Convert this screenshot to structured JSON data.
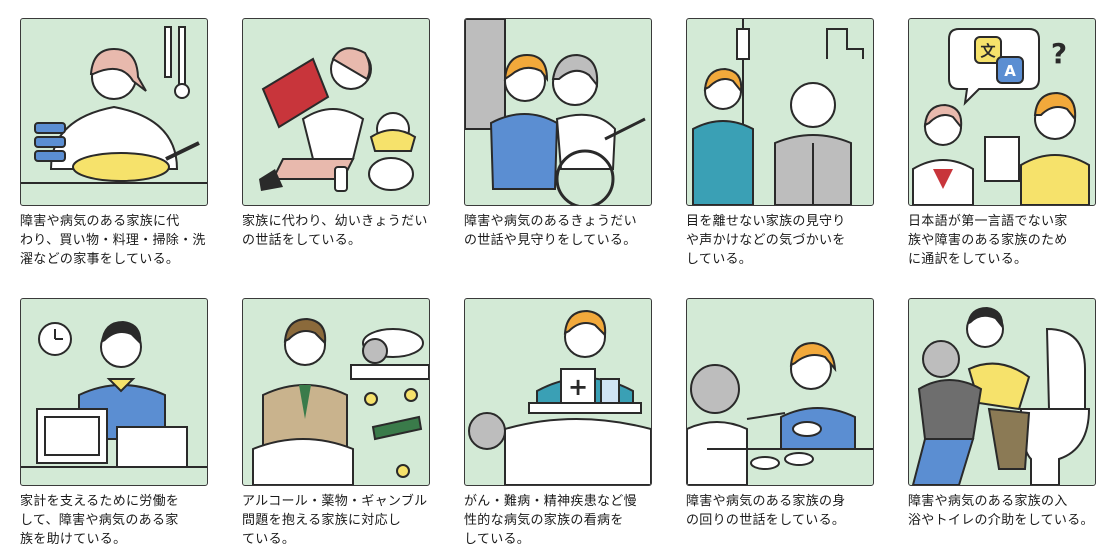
{
  "colors": {
    "panel_bg": "#d3ead6",
    "outline": "#2a2a2a",
    "skin": "#ffffff",
    "hair_pink": "#e8b9ad",
    "hair_orange": "#f2a93b",
    "blue": "#5b8ed2",
    "yellow": "#f6e26b",
    "red": "#c8353b",
    "teal": "#3aa0b5",
    "gray": "#bdbdbd"
  },
  "cards": [
    {
      "caption": "障害や病気のある家族に代\nわり、買い物・料理・掃除・洗\n濯などの家事をしている。",
      "scene": "cooking-scene"
    },
    {
      "caption": "家族に代わり、幼いきょうだい\nの世話をしている。",
      "scene": "sibling-care-scene"
    },
    {
      "caption": "障害や病気のあるきょうだい\nの世話や見守りをしている。",
      "scene": "wheelchair-scene"
    },
    {
      "caption": "目を離せない家族の見守り\nや声かけなどの気づかいを\nしている。",
      "scene": "watching-scene"
    },
    {
      "caption": "日本語が第一言語でない家\n族や障害のある家族のため\nに通訳をしている。",
      "scene": "interpreting-scene",
      "bubble_char_1": "文",
      "bubble_char_2": "A",
      "question_mark": "?"
    },
    {
      "caption": "家計を支えるために労働を\nして、障害や病気のある家\n族を助けている。",
      "scene": "working-scene"
    },
    {
      "caption": "アルコール・薬物・ギャンブル\n問題を抱える家族に対応し\nている。",
      "scene": "addiction-scene"
    },
    {
      "caption": "がん・難病・精神疾患など慢\n性的な病気の家族の看病を\nしている。",
      "scene": "nursing-scene",
      "medical_symbol": "+"
    },
    {
      "caption": "障害や病気のある家族の身\nの回りの世話をしている。",
      "scene": "feeding-scene"
    },
    {
      "caption": "障害や病気のある家族の入\n浴やトイレの介助をしている。",
      "scene": "toilet-assist-scene"
    }
  ]
}
